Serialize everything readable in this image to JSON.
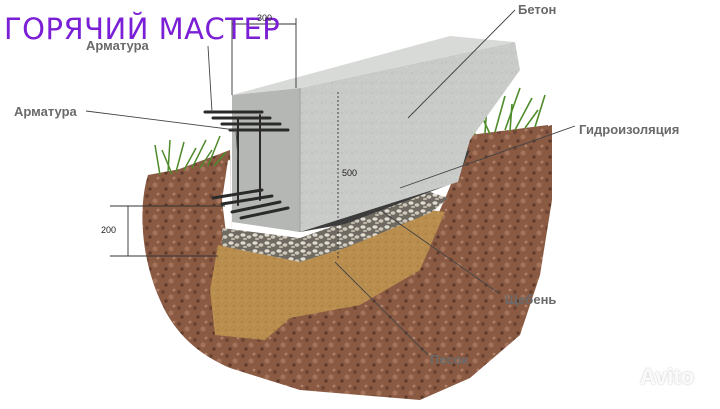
{
  "brand": "ГОРЯЧИЙ МАСТЕР",
  "labels": {
    "beton": "Бетон",
    "armatura_top": "Арматура",
    "armatura_mid": "Арматура",
    "gidroizolyaciya": "Гидроизоляция",
    "shheben": "Щебень",
    "pesok": "Песок"
  },
  "dimensions": {
    "width": "300",
    "height": "500",
    "depth": "200"
  },
  "watermark": "Avito",
  "colors": {
    "brand": "#7b1fd6",
    "label_text": "#6a6a6a",
    "concrete": "#c9cbc8",
    "sand": "#b88d4e",
    "soil": "#8a5a43",
    "waterproofing": "#3c3c3c"
  }
}
